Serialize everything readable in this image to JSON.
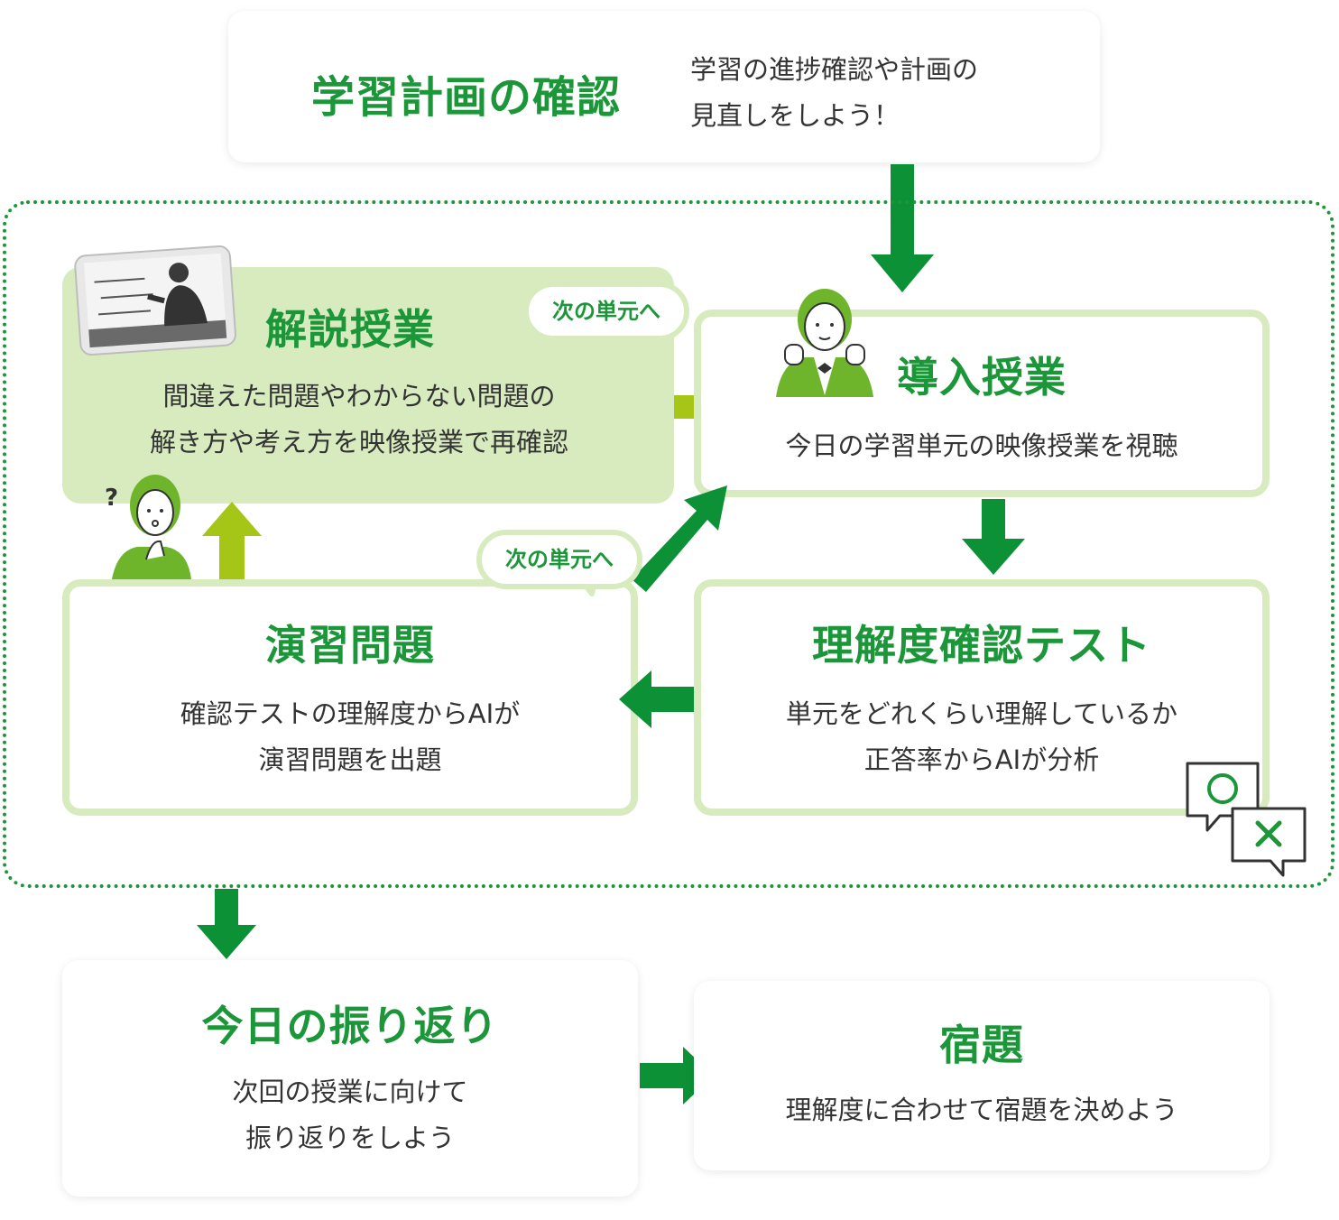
{
  "colors": {
    "accent_green": "#1b9639",
    "arrow_dark_green": "#0c9136",
    "arrow_light_green": "#a5c617",
    "box_light_green": "#d8ebbf"
  },
  "plan": {
    "title": "学習計画の確認",
    "desc": [
      "学習の進捗確認や計画の",
      "見直しをしよう！"
    ]
  },
  "explanation": {
    "title": "解説授業",
    "desc": [
      "間違えた問題やわからない問題の",
      "解き方や考え方を映像授業で再確認"
    ],
    "bubble": "次の単元へ"
  },
  "intro": {
    "title": "導入授業",
    "desc": [
      "今日の学習単元の映像授業を視聴"
    ]
  },
  "practice": {
    "title": "演習問題",
    "desc": [
      "確認テストの理解度からAIが",
      "演習問題を出題"
    ],
    "bubble": "次の単元へ"
  },
  "test": {
    "title": "理解度確認テスト",
    "desc": [
      "単元をどれくらい理解しているか",
      "正答率からAIが分析"
    ]
  },
  "review": {
    "title": "今日の振り返り",
    "desc": [
      "次回の授業に向けて",
      "振り返りをしよう"
    ]
  },
  "homework": {
    "title": "宿題",
    "desc": [
      "理解度に合わせて宿題を決めよう"
    ]
  },
  "icons": {
    "tablet": "video-lesson-tablet-icon",
    "cheering": "cheering-student-icon",
    "thinking": "thinking-student-icon",
    "quiz": "maru-batsu-quiz-icon"
  }
}
